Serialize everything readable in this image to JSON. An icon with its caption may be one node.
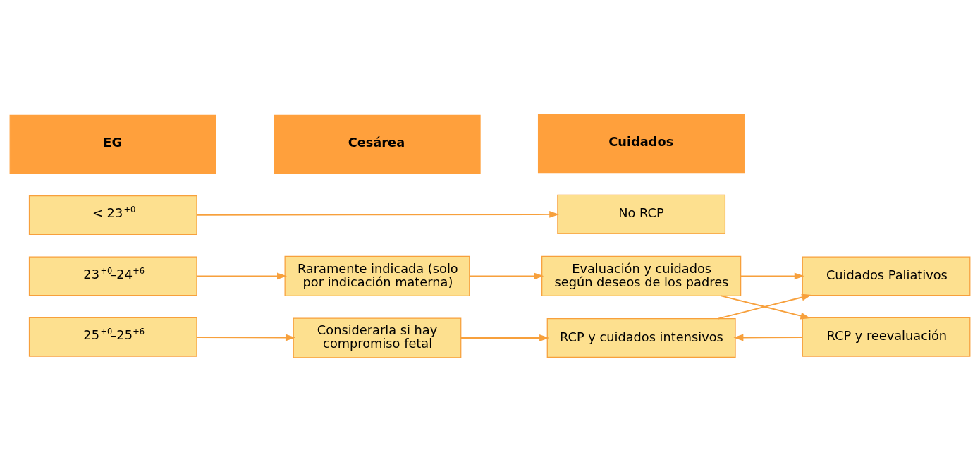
{
  "diagram": {
    "nodes": [
      {
        "text": [
          "EG"
        ]
      },
      {
        "text": [
          "Cesárea"
        ]
      },
      {
        "text": [
          "Cuidados"
        ]
      },
      {
        "text": [
          "< 23$^{+0}$"
        ]
      },
      {
        "text": [
          "No RCP"
        ]
      },
      {
        "text": [
          "23$^{+0}$–24$^{+6}$"
        ]
      },
      {
        "text": [
          "Raramente indicada (solo por indicación materna)"
        ]
      },
      {
        "text": [
          "Evaluación y cuidados según deseos de los padres"
        ]
      },
      {
        "text": [
          "RCP y reevaluación"
        ]
      },
      {
        "text": [
          "Cuidados Paliativos"
        ]
      },
      {
        "text": [
          "25$^{+0}$–25$^{+6}$"
        ]
      },
      {
        "text": [
          "Considerarla si hay compromiso fetal"
        ]
      },
      {
        "text": [
          "RCP y cuidados intensivos"
        ]
      }
    ],
    "edges": [
      {
        "from": 3,
        "to": 4,
        "arrow": "to"
      },
      {
        "from": 5,
        "to": 6,
        "arrow": "to"
      },
      {
        "from": 6,
        "to": 7,
        "arrow": "to"
      },
      {
        "from": 7,
        "to": 8,
        "arrow": "to"
      },
      {
        "from": 7,
        "to": 9,
        "arrow": "to"
      },
      {
        "from": 8,
        "to": 12,
        "arrow": "to"
      },
      {
        "from": 12,
        "to": 9,
        "arrow": "to"
      },
      {
        "from": 10,
        "to": 11,
        "arrow": "to"
      },
      {
        "from": 11,
        "to": 12,
        "arrow": "to"
      }
    ]
  }
}
